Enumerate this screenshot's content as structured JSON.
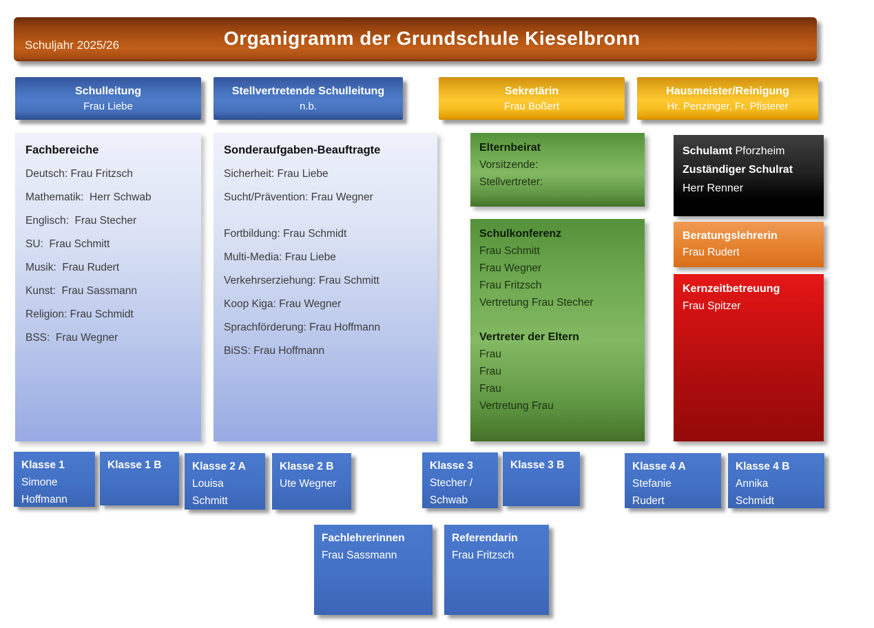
{
  "header": {
    "schuljahr": "Schuljahr 2025/26",
    "title": "Organigramm der Grundschule Kieselbronn"
  },
  "top_row": {
    "schulleitung": {
      "title": "Schulleitung",
      "line": "Frau Liebe"
    },
    "stellvertretung": {
      "title": "Stellvertretende Schulleitung",
      "line": "n.b."
    },
    "sekretaerin": {
      "title": "Sekretärin",
      "line": "Frau Boßert"
    },
    "hausmeister": {
      "title": "Hausmeister/Reinigung",
      "line": "Hr. Penzinger, Fr. Pfisterer"
    }
  },
  "fachbereiche": {
    "title": "Fachbereiche",
    "items": [
      "Deutsch: Frau Fritzsch",
      "Mathematik:  Herr Schwab",
      "Englisch:  Frau Stecher",
      "SU:  Frau Schmitt",
      "Musik:  Frau Rudert",
      "Kunst:  Frau Sassmann",
      "Religion: Frau Schmidt",
      "BSS:  Frau Wegner"
    ]
  },
  "sonderaufgaben": {
    "title": "Sonderaufgaben-Beauftragte",
    "group1": [
      "Sicherheit: Frau Liebe",
      "Sucht/Prävention: Frau Wegner"
    ],
    "group2": [
      "Fortbildung: Frau Schmidt",
      "Multi-Media: Frau Liebe",
      "Verkehrserziehung: Frau Schmitt",
      "Koop Kiga: Frau Wegner",
      "Sprachförderung: Frau Hoffmann",
      "BiSS: Frau Hoffmann"
    ]
  },
  "elternbeirat": {
    "title": "Elternbeirat",
    "items": [
      "Vorsitzende:",
      "Stellvertreter:"
    ]
  },
  "schulkonferenz": {
    "title": "Schulkonferenz",
    "members": [
      "Frau Schmitt",
      "Frau Wegner",
      "Frau Fritzsch",
      "Vertretung Frau Stecher"
    ],
    "subtitle": "Vertreter der Eltern",
    "parents": [
      "Frau",
      "Frau",
      "Frau",
      "Vertretung Frau"
    ]
  },
  "schulamt": {
    "line1_bold": "Schulamt",
    "line1_rest": " Pforzheim",
    "line2": "Zuständiger Schulrat",
    "line3": "Herr Renner"
  },
  "beratungslehrerin": {
    "title": "Beratungslehrerin",
    "line": "Frau Rudert"
  },
  "kernzeitbetreuung": {
    "title": "Kernzeitbetreuung",
    "line": "Frau Spitzer"
  },
  "klassen": [
    {
      "title": "Klasse 1",
      "name": "Simone\nHoffmann"
    },
    {
      "title": "Klasse 1 B",
      "name": ""
    },
    {
      "title": "Klasse 2 A",
      "name": "Louisa\nSchmitt"
    },
    {
      "title": "Klasse 2 B",
      "name": "Ute Wegner"
    },
    {
      "title": "Klasse 3",
      "name": "Stecher /\nSchwab"
    },
    {
      "title": "Klasse 3 B",
      "name": ""
    },
    {
      "title": "Klasse 4 A",
      "name": "Stefanie\nRudert"
    },
    {
      "title": "Klasse 4 B",
      "name": "Annika\nSchmidt"
    }
  ],
  "bottom_row": {
    "fachlehrerinnen": {
      "title": "Fachlehrerinnen",
      "name": "Frau Sassmann"
    },
    "referendarin": {
      "title": "Referendarin",
      "name": "Frau Fritzsch"
    }
  },
  "colors": {
    "header_orange": "#b65714",
    "box_blue": "#4673bd",
    "box_gold": "#fdc831",
    "panel_lavender": "#98abe3",
    "box_green": "#6ca74e",
    "box_black": "#000000",
    "box_orange": "#e5822f",
    "box_red": "#d21212",
    "class_blue": "#4371c5"
  }
}
